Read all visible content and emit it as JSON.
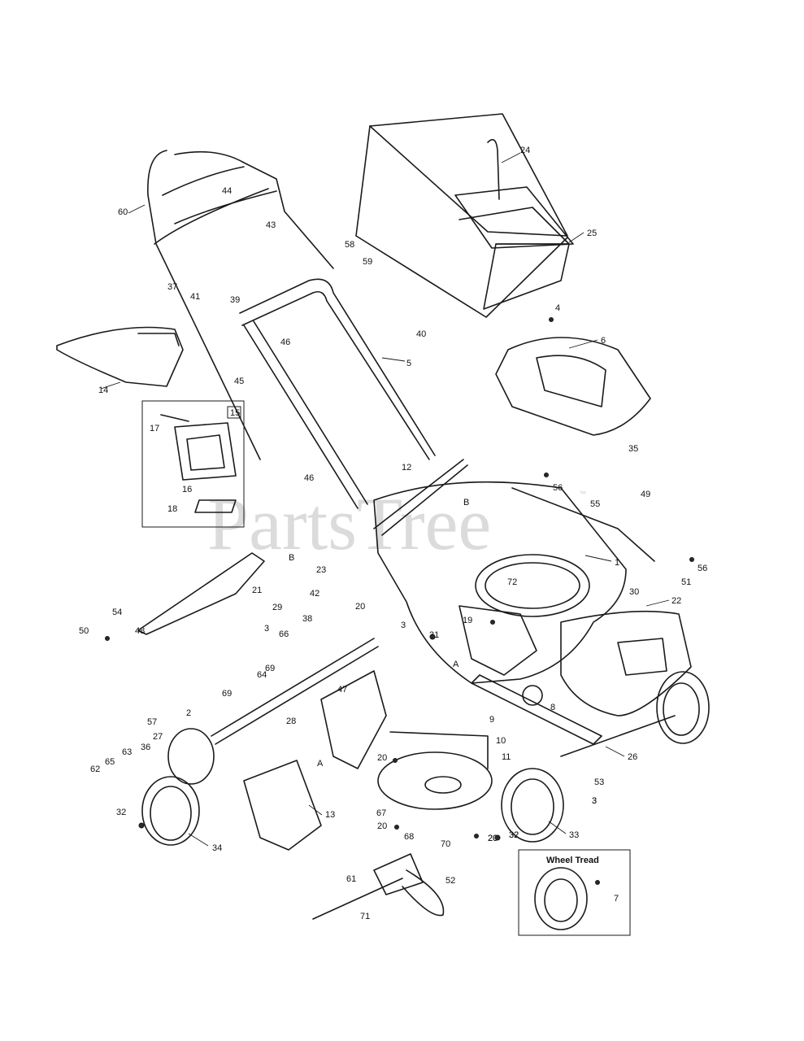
{
  "watermark": {
    "text": "PartsTree",
    "trademark": "™"
  },
  "inset_wheel": {
    "title": "Wheel Tread"
  },
  "inset_grass_door": {
    "number": "15"
  },
  "section_markers": [
    "A",
    "A",
    "B",
    "B"
  ],
  "part_labels": [
    "1",
    "2",
    "3",
    "3",
    "3",
    "3",
    "4",
    "5",
    "6",
    "7",
    "8",
    "9",
    "10",
    "11",
    "12",
    "13",
    "14",
    "16",
    "17",
    "18",
    "19",
    "20",
    "20",
    "20",
    "20",
    "20",
    "21",
    "22",
    "23",
    "24",
    "25",
    "26",
    "27",
    "28",
    "29",
    "30",
    "31",
    "32",
    "32",
    "32",
    "33",
    "34",
    "35",
    "36",
    "37",
    "38",
    "39",
    "40",
    "41",
    "42",
    "43",
    "44",
    "45",
    "46",
    "46",
    "47",
    "48",
    "49",
    "50",
    "51",
    "52",
    "53",
    "54",
    "55",
    "56",
    "56",
    "57",
    "58",
    "59",
    "60",
    "61",
    "62",
    "63",
    "64",
    "65",
    "66",
    "67",
    "68",
    "69",
    "69",
    "70",
    "71",
    "72"
  ]
}
